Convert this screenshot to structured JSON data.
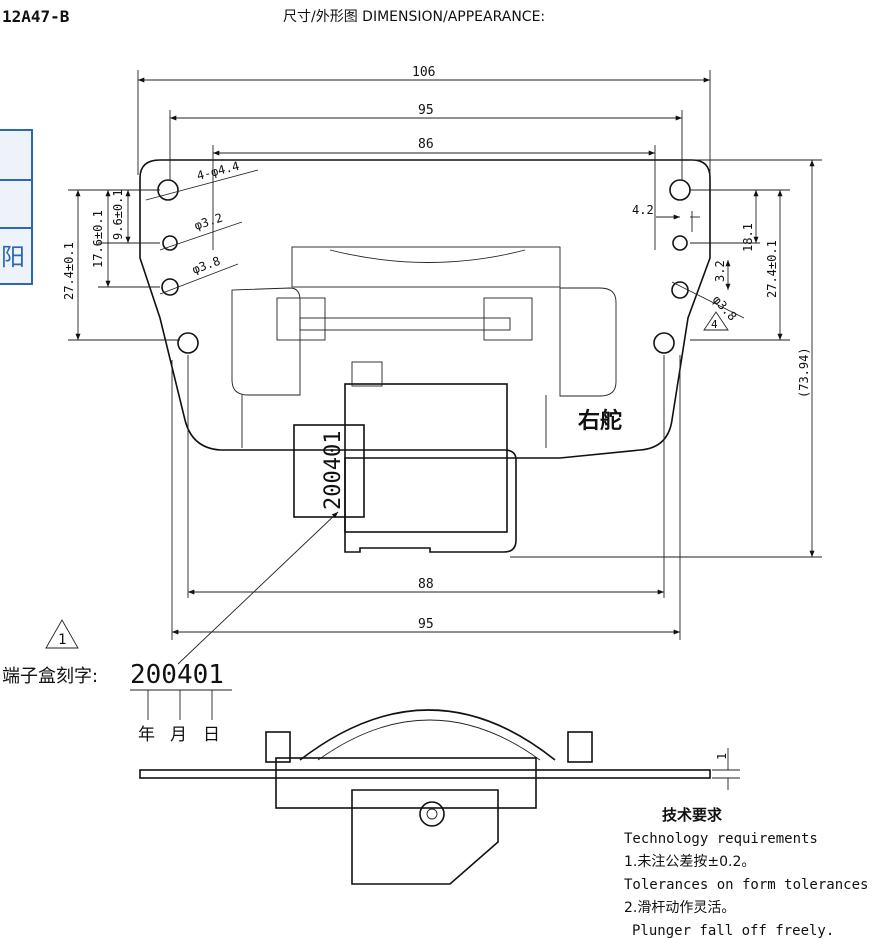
{
  "header": {
    "part_number": "12A47-B",
    "title": "尺寸/外形图 DIMENSION/APPEARANCE:"
  },
  "dimensions": {
    "top_width_106": "106",
    "top_width_95": "95",
    "top_width_86": "86",
    "hole_4x": "4-φ4.4",
    "hole_32": "φ3.2",
    "hole_38_left": "φ3.8",
    "hole_38_right": "φ3.8",
    "left_274": "27.4±0.1",
    "left_176": "17.6±0.1",
    "left_96": "9.6±0.1",
    "right_42": "4.2",
    "right_181": "18.1",
    "right_32": "3.2",
    "right_274": "27.4±0.1",
    "right_7394": "(73.94)",
    "bottom_88": "88",
    "bottom_95": "95",
    "side_1": "1"
  },
  "markings": {
    "right_servo_label": "右舵",
    "terminal_code": "200401",
    "revision_mark": "1",
    "revision_mark_right": "4",
    "engraving_label": "端子盒刻字:",
    "engraving_value": "200401",
    "date_year": "年",
    "date_month": "月",
    "date_day": "日",
    "sidebar_char": "阳"
  },
  "requirements": {
    "heading_cn": "技术要求",
    "heading_en": "Technology  requirements",
    "item1_cn": "1.未注公差按±0.2。",
    "item1_en": "Tolerances on form tolerances",
    "item2_cn": "2.滑杆动作灵活。",
    "item2_en": "Plunger fall off freely."
  }
}
